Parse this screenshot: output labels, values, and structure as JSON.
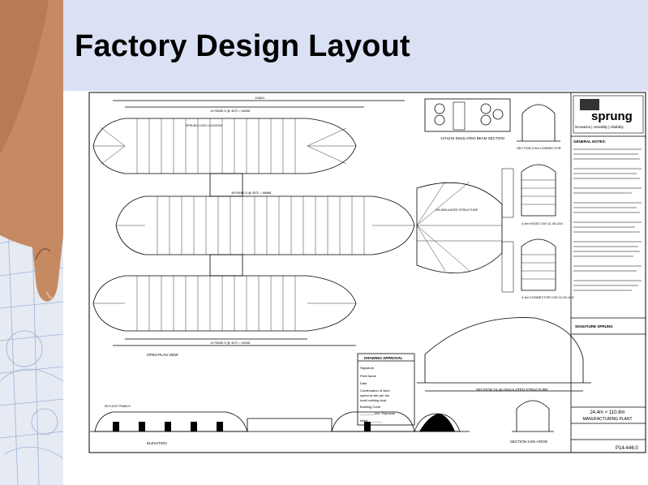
{
  "slide": {
    "title": "Factory Design Layout"
  },
  "drawing": {
    "logo": {
      "name": "sprung",
      "tagline": "innovation | versatility | reliability"
    },
    "notes_heading": "GENERAL NOTES:",
    "title_block": {
      "signature_heading": "SIGNATURE SPRUNG",
      "size": "24.4m × 110.8m",
      "description": "MANUFACTURING PLANT",
      "drawing_number": "P14-446.0"
    },
    "approval_box": {
      "heading": "DRAWING APPROVAL",
      "lines": [
        "Signature",
        "Print Name",
        "Date",
        "Confirmation of wind",
        "speed at site per the",
        "local building dept.",
        "Building Code:",
        "________m/s. Exposure",
        "Initial________"
      ]
    },
    "view_labels": {
      "plan": "OPEN PLAN VIEW",
      "elevation": "ELEVATION",
      "beam_section": "127x234 INSULATED BEAM SECTION",
      "section_45_connector": "SECTION 4.5m CONNECTOR",
      "hood_43_left": "4.3m HOOD C/W 12.45 LEG",
      "connector_43": "4.3m CONNECTOR C/W 12.45 LEG",
      "section_244": "SECTION 24.4m INSULATED STRUCTURE",
      "section_30_hood": "SECTION 3.0m HOOD"
    },
    "annotations": {
      "uninsulated": "UN-INSULATED STRUCTURE",
      "panels_top": "14 PANELS @ 4572 = 64008",
      "panels_mid": "18 PANELS @ 4572 = 86868",
      "panels_bottom": "14 PANELS @ 4572 = 64008",
      "overall_dim": "110841",
      "sprung_logo_location": "SPRUNG LOGO LOCATION",
      "skylight": "SKYLIGHT PANELS"
    }
  }
}
